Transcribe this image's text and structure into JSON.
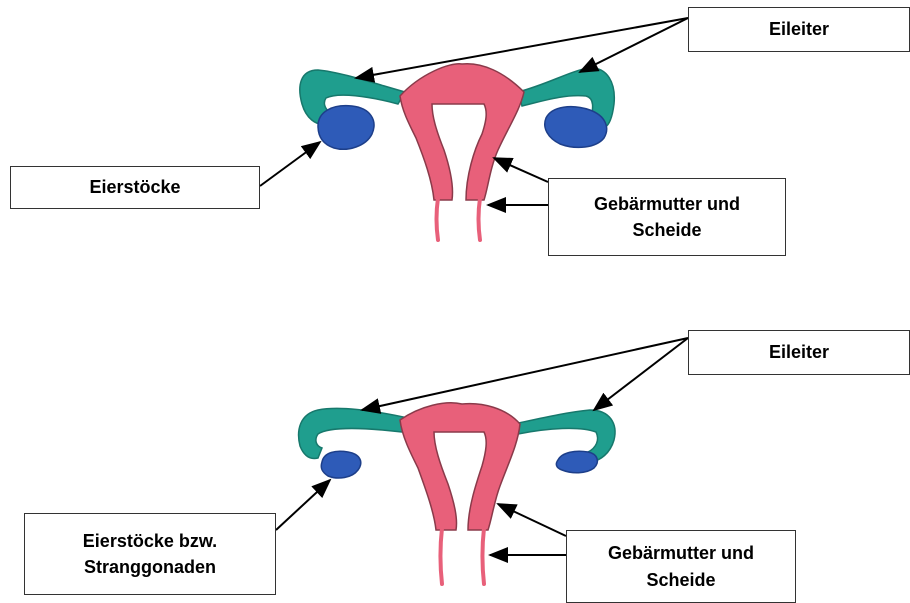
{
  "colors": {
    "tube": "#1f9e8e",
    "ovary": "#2e5bb8",
    "uterus": "#e8607a",
    "outline": "#8a3a4a",
    "arrow": "#000000"
  },
  "top_diagram": {
    "tube_label": "Eileiter",
    "ovary_label": "Eierstöcke",
    "uterus_label_line1": "Gebärmutter und",
    "uterus_label_line2": "Scheide"
  },
  "bottom_diagram": {
    "tube_label": "Eileiter",
    "ovary_label_line1": "Eierstöcke bzw.",
    "ovary_label_line2": "Stranggonaden",
    "uterus_label_line1": "Gebärmutter und",
    "uterus_label_line2": "Scheide"
  }
}
